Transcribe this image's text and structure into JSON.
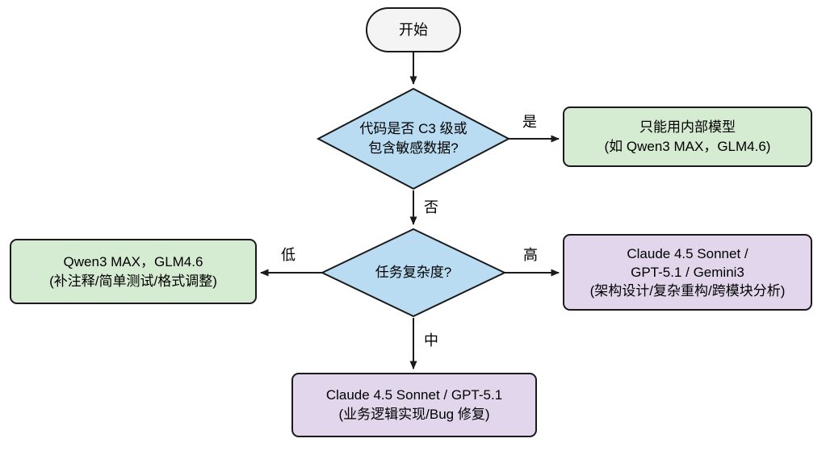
{
  "diagram": {
    "type": "flowchart",
    "nodes": {
      "start": {
        "label": "开始"
      },
      "decision_sensitivity": {
        "line1": "代码是否 C3 级或",
        "line2": "包含敏感数据?"
      },
      "internal_only": {
        "line1": "只能用内部模型",
        "line2": "(如 Qwen3 MAX，GLM4.6)"
      },
      "decision_complexity": {
        "label": "任务复杂度?"
      },
      "low_complexity": {
        "line1": "Qwen3 MAX，GLM4.6",
        "line2": "(补注释/简单测试/格式调整)"
      },
      "high_complexity": {
        "line1": "Claude 4.5 Sonnet /",
        "line2": "GPT-5.1 / Gemini3",
        "line3": "(架构设计/复杂重构/跨模块分析)"
      },
      "medium_complexity": {
        "line1": "Claude 4.5 Sonnet / GPT-5.1",
        "line2": "(业务逻辑实现/Bug 修复)"
      }
    },
    "edges": {
      "yes": "是",
      "no": "否",
      "low": "低",
      "high": "高",
      "medium": "中"
    },
    "colors": {
      "start_fill": "#f4f4f4",
      "decision_fill": "#b9dcf2",
      "green_fill": "#d6ecd2",
      "purple_fill": "#e2d6ec",
      "stroke": "#1a1a1a"
    }
  }
}
